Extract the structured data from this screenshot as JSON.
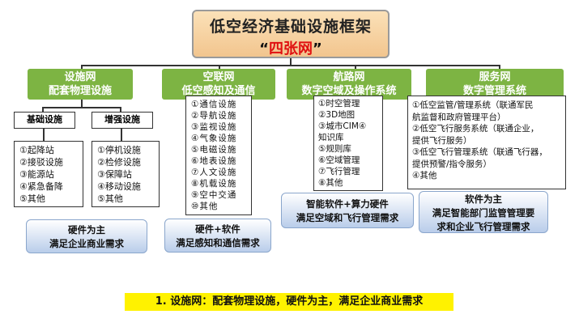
{
  "title": {
    "main": "低空经济基础设施框架",
    "quote_open": "“",
    "sub": "四张网",
    "quote_close": "”"
  },
  "networks": [
    {
      "name": "设施网",
      "subtitle": "配套物理设施"
    },
    {
      "name": "空联网",
      "subtitle": "低空感知及通信"
    },
    {
      "name": "航路网",
      "subtitle": "数字空域及操作系统"
    },
    {
      "name": "服务网",
      "subtitle": "数字管理系统"
    }
  ],
  "facility": {
    "basic": {
      "header": "基础设施",
      "items": [
        "①起降站",
        "②接驳设施",
        "③能源站",
        "④紧急备降",
        "⑤其他"
      ]
    },
    "enhanced": {
      "header": "增强设施",
      "items": [
        "①停机设施",
        "②检修设施",
        "③保障站",
        "④移动设施",
        "⑤其他"
      ]
    },
    "summary": {
      "line1": "硬件为主",
      "line2": "满足企业商业需求"
    }
  },
  "airnet": {
    "items": [
      "①通信设施",
      "②导航设施",
      "③监视设施",
      "④气象设施",
      "⑤电磁设施",
      "⑥地表设施",
      "⑦人文设施",
      "⑧机载设施",
      "⑨空中交通",
      "⑩其他"
    ],
    "summary": {
      "line1": "硬件+软件",
      "line2": "满足感知和通信需求"
    }
  },
  "routenet": {
    "items": [
      "①时空管理",
      "②3D地图",
      "③城市CIM④",
      "知识库",
      "⑤规则库",
      "⑥空域管理",
      "⑦飞行管理",
      "⑧其他"
    ],
    "summary": {
      "line1": "智能软件+算力硬件",
      "line2": "满足空域和飞行管理需求"
    }
  },
  "servicenet": {
    "items": [
      "①低空监管/管理系统（联通军民",
      "航监督和政府管理平台）",
      "②低空飞行服务系统（联通企业，",
      "提供飞行服务）",
      "③低空飞行管理系统（联通飞行器，",
      "提供预警/指令服务）",
      "④其他"
    ],
    "summary": {
      "line1": "软件为主",
      "line2": "满足智能部门监管管理要",
      "line3": "求和企业飞行管理需求"
    }
  },
  "footer": "1. 设施网：配套物理设施，硬件为主，满足企业商业需求",
  "colors": {
    "green": "#7db443",
    "title_bg": "#f2c58e",
    "accent_red": "#e01010",
    "highlight": "#fff200"
  }
}
